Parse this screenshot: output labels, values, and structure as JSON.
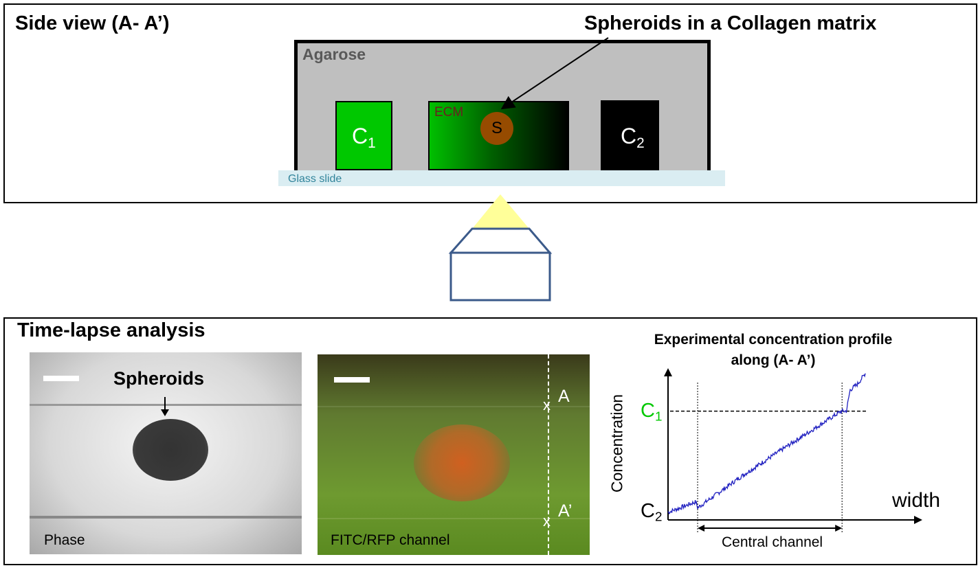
{
  "side_view": {
    "title": "Side view (A- A’)",
    "callout": "Spheroids in a Collagen matrix",
    "agarose_label": "Agarose",
    "ecm_label": "ECM",
    "spheroid_label": "S",
    "c1_label": "C",
    "c1_sub": "1",
    "c2_label": "C",
    "c2_sub": "2",
    "glass_label": "Glass slide",
    "colors": {
      "c1": "#00c800",
      "c2": "#000000",
      "agarose": "#bfbfbf",
      "glass": "#daedf2",
      "spheroid": "#964b00",
      "light": "#ffff99",
      "microscope": "#3b5a8a"
    }
  },
  "timelapse": {
    "title": "Time-lapse analysis",
    "phase_image": {
      "label": "Phase",
      "annotation": "Spheroids"
    },
    "fitc_image": {
      "label": "FITC/RFP channel",
      "marker_a": "A",
      "marker_a_prime": "A’",
      "x_mark": "x"
    }
  },
  "chart_data": {
    "type": "line",
    "title": "Experimental concentration profile along (A- A’)",
    "xlabel": "width",
    "ylabel": "Concentration",
    "y_ticks": [
      {
        "label": "C",
        "sub": "1",
        "value": 72,
        "color": "#00c800"
      },
      {
        "label": "C",
        "sub": "2",
        "value": 0,
        "color": "#000000"
      }
    ],
    "annotation": "Central channel",
    "central_channel": [
      11.7,
      68.8
    ],
    "xlim": [
      0,
      100
    ],
    "ylim": [
      0,
      100
    ],
    "series": [
      {
        "name": "profile",
        "color": "#2020c0",
        "x": [
          0,
          11,
          11.7,
          30,
          50,
          68.5,
          70.5,
          72,
          75,
          78
        ],
        "y": [
          5,
          12,
          8,
          30,
          52,
          72,
          72,
          86,
          90,
          97
        ]
      }
    ]
  }
}
